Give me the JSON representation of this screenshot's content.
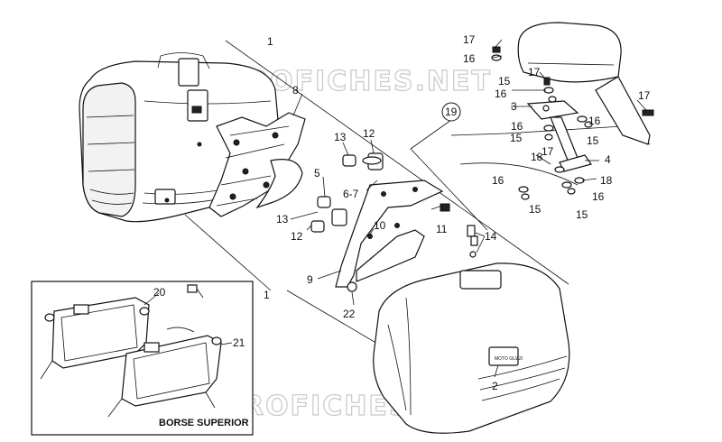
{
  "watermark": "MICROFICHES.NET",
  "inset_title": "BORSE SUPERIOR",
  "callouts": [
    {
      "id": "c1a",
      "text": "1"
    },
    {
      "id": "c1b",
      "text": "1"
    },
    {
      "id": "c2",
      "text": "2"
    },
    {
      "id": "c3",
      "text": "3"
    },
    {
      "id": "c4",
      "text": "4"
    },
    {
      "id": "c5",
      "text": "5"
    },
    {
      "id": "c67",
      "text": "6-7"
    },
    {
      "id": "c8",
      "text": "8"
    },
    {
      "id": "c9",
      "text": "9"
    },
    {
      "id": "c10",
      "text": "10"
    },
    {
      "id": "c11",
      "text": "11"
    },
    {
      "id": "c12a",
      "text": "12"
    },
    {
      "id": "c12b",
      "text": "12"
    },
    {
      "id": "c13a",
      "text": "13"
    },
    {
      "id": "c13b",
      "text": "13"
    },
    {
      "id": "c14",
      "text": "14"
    },
    {
      "id": "c15a",
      "text": "15"
    },
    {
      "id": "c15b",
      "text": "15"
    },
    {
      "id": "c15c",
      "text": "15"
    },
    {
      "id": "c15d",
      "text": "15"
    },
    {
      "id": "c15e",
      "text": "15"
    },
    {
      "id": "c16a",
      "text": "16"
    },
    {
      "id": "c16b",
      "text": "16"
    },
    {
      "id": "c16c",
      "text": "16"
    },
    {
      "id": "c16d",
      "text": "16"
    },
    {
      "id": "c16e",
      "text": "16"
    },
    {
      "id": "c16f",
      "text": "16"
    },
    {
      "id": "c17a",
      "text": "17"
    },
    {
      "id": "c17b",
      "text": "17"
    },
    {
      "id": "c17c",
      "text": "17"
    },
    {
      "id": "c17d",
      "text": "17"
    },
    {
      "id": "c18a",
      "text": "18"
    },
    {
      "id": "c18b",
      "text": "18"
    },
    {
      "id": "c19",
      "text": "19"
    },
    {
      "id": "c20",
      "text": "20"
    },
    {
      "id": "c21",
      "text": "21"
    },
    {
      "id": "c22",
      "text": "22"
    }
  ]
}
